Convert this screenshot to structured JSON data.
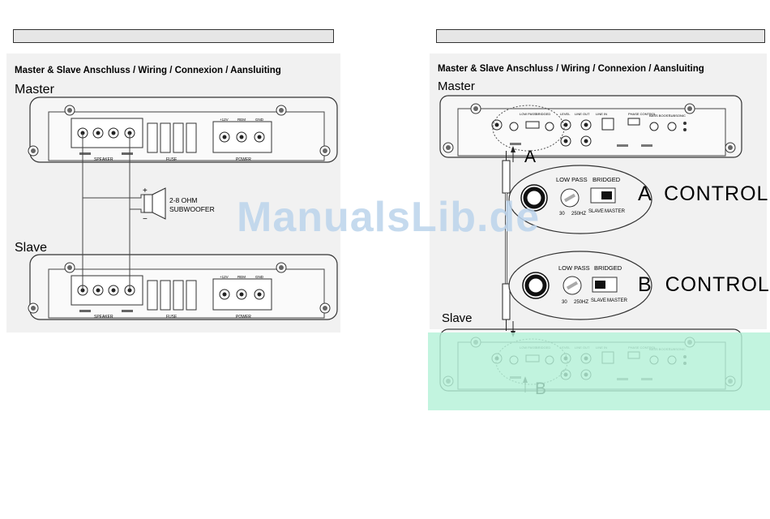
{
  "left": {
    "title": "Master & Slave Anschluss / Wiring / Connexion / Aansluiting",
    "master_label": "Master",
    "slave_label": "Slave",
    "speaker_label": "SPEAKER",
    "fuse_label": "FUSE",
    "power_label": "POWER",
    "power_terms": [
      "+12V",
      "REM",
      "GND"
    ],
    "sub_plus": "+",
    "sub_minus": "−",
    "sub_line1": "2-8 OHM",
    "sub_line2": "SUBWOOFER"
  },
  "right": {
    "title": "Master & Slave Anschluss / Wiring / Connexion / Aansluiting",
    "master_label": "Master",
    "slave_label": "Slave",
    "letter_a": "A",
    "letter_b": "B",
    "control_a": "A  CONTROL",
    "control_b": "B  CONTROL",
    "low_pass": "LOW PASS",
    "bridged": "BRIDGED",
    "freq_low": "30",
    "freq_high": "250HZ",
    "slave_opt": "SLAVE",
    "master_opt": "MASTER",
    "panel_labels": [
      "LOW PASS",
      "BRIDGED",
      "LEVEL",
      "LINE OUT",
      "LINE IN",
      "PHASE CONTROL",
      "BASS BOOST",
      "SUBSONIC"
    ]
  },
  "watermark": "ManualsLib.de"
}
